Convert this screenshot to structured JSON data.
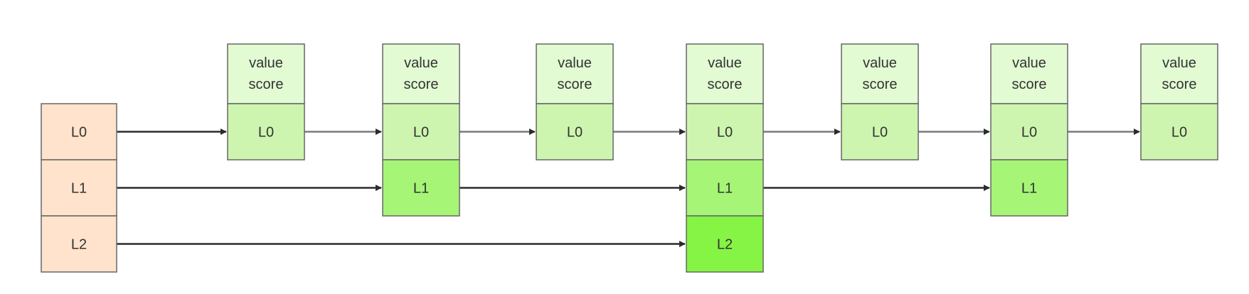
{
  "colors": {
    "header_fill": "#e2fbd2",
    "header_link_fill": "#ffe3cc",
    "level_fills": [
      "#cdf5b0",
      "#a6f577",
      "#86f445"
    ],
    "head_level_fill": "#ffe3cc",
    "stroke": "#666666",
    "text": "#333333",
    "edge_l0": "#7a7a7a",
    "edge_upper": "#2b2b2b",
    "edge_head": "#2b2b2b"
  },
  "head": {
    "levels": [
      "L0",
      "L1",
      "L2"
    ]
  },
  "nodes": [
    {
      "value_label": "value",
      "score_label": "score",
      "levels": [
        "L0"
      ]
    },
    {
      "value_label": "value",
      "score_label": "score",
      "levels": [
        "L0",
        "L1"
      ]
    },
    {
      "value_label": "value",
      "score_label": "score",
      "levels": [
        "L0"
      ]
    },
    {
      "value_label": "value",
      "score_label": "score",
      "levels": [
        "L0",
        "L1",
        "L2"
      ]
    },
    {
      "value_label": "value",
      "score_label": "score",
      "levels": [
        "L0"
      ]
    },
    {
      "value_label": "value",
      "score_label": "score",
      "levels": [
        "L0",
        "L1"
      ]
    },
    {
      "value_label": "value",
      "score_label": "score",
      "levels": [
        "L0"
      ]
    }
  ]
}
